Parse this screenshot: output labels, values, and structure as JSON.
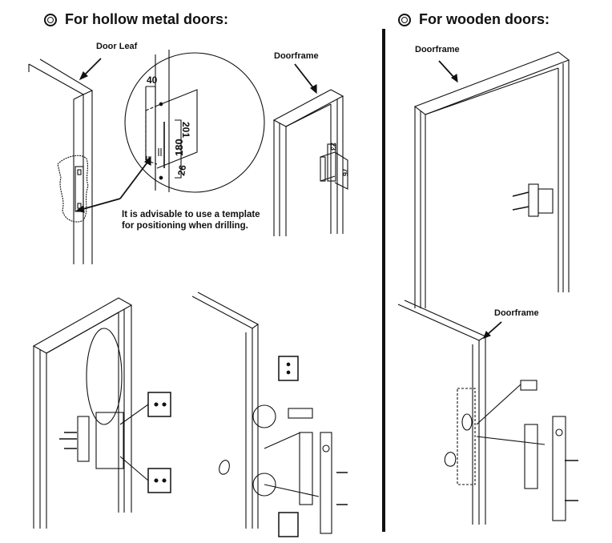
{
  "sections": {
    "hollow": {
      "title": "For hollow metal doors:",
      "labels": {
        "door_leaf": "Door Leaf",
        "doorframe": "Doorframe",
        "note": "It is advisable to use a template for positioning when drilling."
      },
      "dimensions": {
        "width_top": "40",
        "height_a": "201",
        "height_b": "180",
        "width_bottom": "26",
        "frame_a": "23",
        "frame_b": "76"
      }
    },
    "wooden": {
      "title": "For wooden doors:",
      "labels": {
        "doorframe_top": "Doorframe",
        "doorframe_bottom": "Doorframe"
      }
    }
  }
}
